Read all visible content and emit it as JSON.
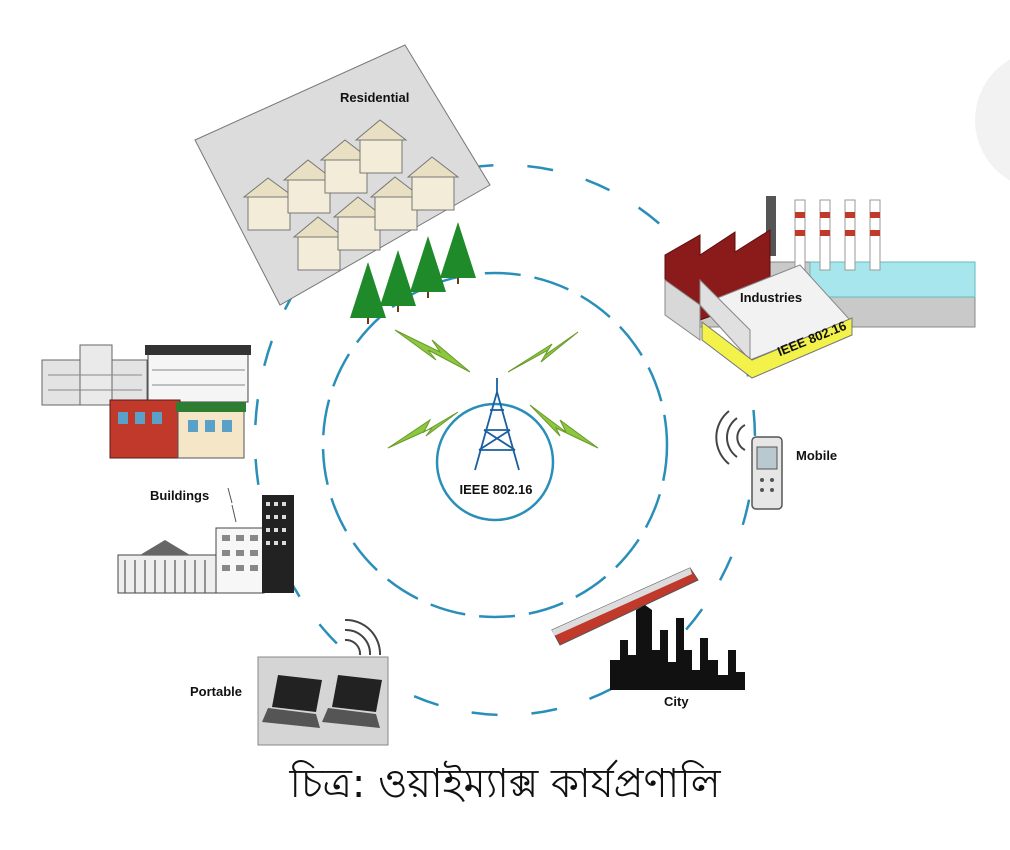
{
  "diagram": {
    "center_label": "IEEE 802.16",
    "nodes": {
      "residential": "Residential",
      "industries": "Industries",
      "industries_sign": "IEEE 802.16",
      "mobile": "Mobile",
      "buildings": "Buildings",
      "portable": "Portable",
      "city": "City"
    },
    "colors": {
      "ring": "#2a8fb8",
      "bolt": "#8dc63f",
      "tree": "#1f8a2a",
      "factory_roof": "#8b1a1a",
      "sign": "#f2f24a"
    }
  },
  "caption": "চিত্র: ওয়াইম্যাক্স কার্যপ্রণালি"
}
